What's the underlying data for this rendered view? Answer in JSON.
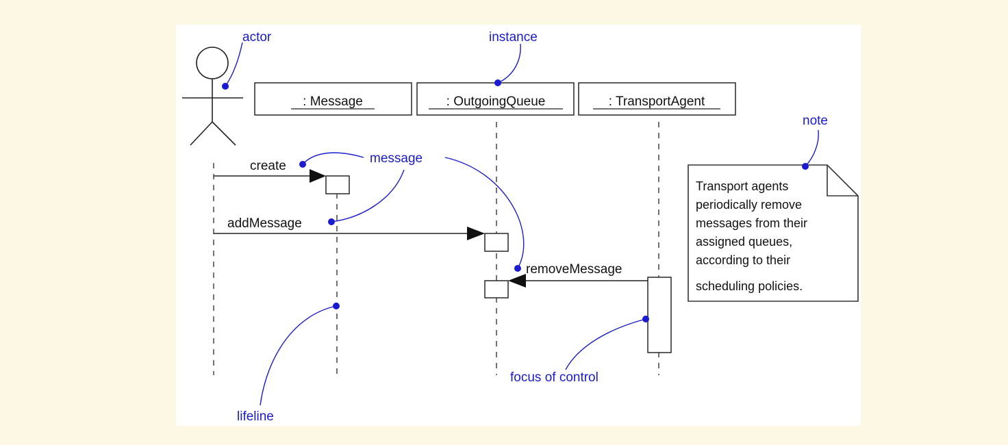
{
  "objects": [
    {
      "id": "message",
      "label": ": Message"
    },
    {
      "id": "outgoing-queue",
      "label": ": OutgoingQueue"
    },
    {
      "id": "transport-agent",
      "label": ": TransportAgent"
    }
  ],
  "messages": {
    "create": "create",
    "add_message": "addMessage",
    "remove_message": "removeMessage"
  },
  "annotations": {
    "actor": "actor",
    "instance": "instance",
    "message": "message",
    "note": "note",
    "lifeline": "lifeline",
    "focus_of_control": "focus of control"
  },
  "note_lines": [
    "Transport agents",
    "periodically remove",
    "messages from their",
    "assigned queues,",
    "according to their",
    "scheduling policies."
  ],
  "colors": {
    "background": "#fdf8e4",
    "panel": "#ffffff",
    "annotation": "#1a1ad0",
    "line": "#222222"
  }
}
